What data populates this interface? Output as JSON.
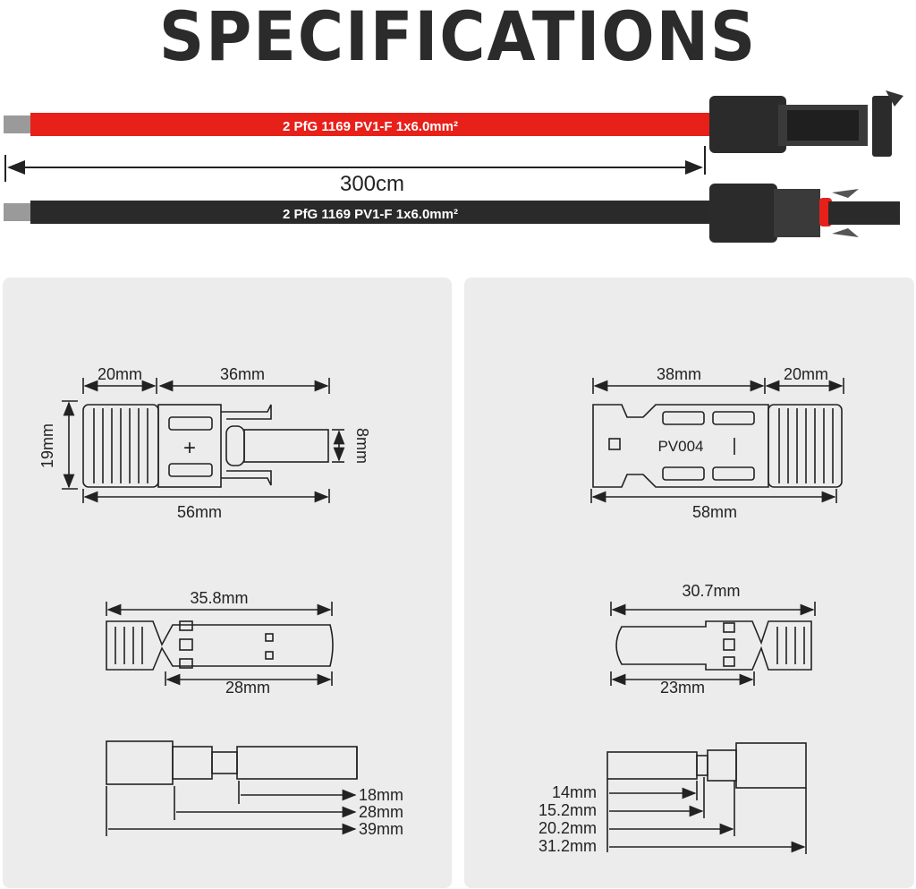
{
  "title": "SPECIFICATIONS",
  "cables": {
    "red_label": "2 PfG 1169 PV1-F 1x6.0mm²",
    "black_label": "2 PfG 1169 PV1-F 1x6.0mm²",
    "length": "300cm"
  },
  "left_panel": {
    "connector": {
      "dim_a": "20mm",
      "dim_b": "36mm",
      "height": "19mm",
      "pin": "8mm",
      "total": "56mm",
      "polarity": "+"
    },
    "pin": {
      "total": "35.8mm",
      "body": "28mm"
    },
    "contact": {
      "d1": "18mm",
      "d2": "28mm",
      "d3": "39mm"
    }
  },
  "right_panel": {
    "connector": {
      "dim_a": "38mm",
      "dim_b": "20mm",
      "total": "58mm",
      "model": "PV004",
      "polarity": "|"
    },
    "socket": {
      "total": "30.7mm",
      "body": "23mm"
    },
    "contact": {
      "d1": "14mm",
      "d2": "15.2mm",
      "d3": "20.2mm",
      "d4": "31.2mm"
    }
  },
  "colors": {
    "red_cable": "#e8201a",
    "black_cable": "#2a2a2a",
    "panel_bg": "#ececec",
    "title": "#2b2b2b"
  }
}
